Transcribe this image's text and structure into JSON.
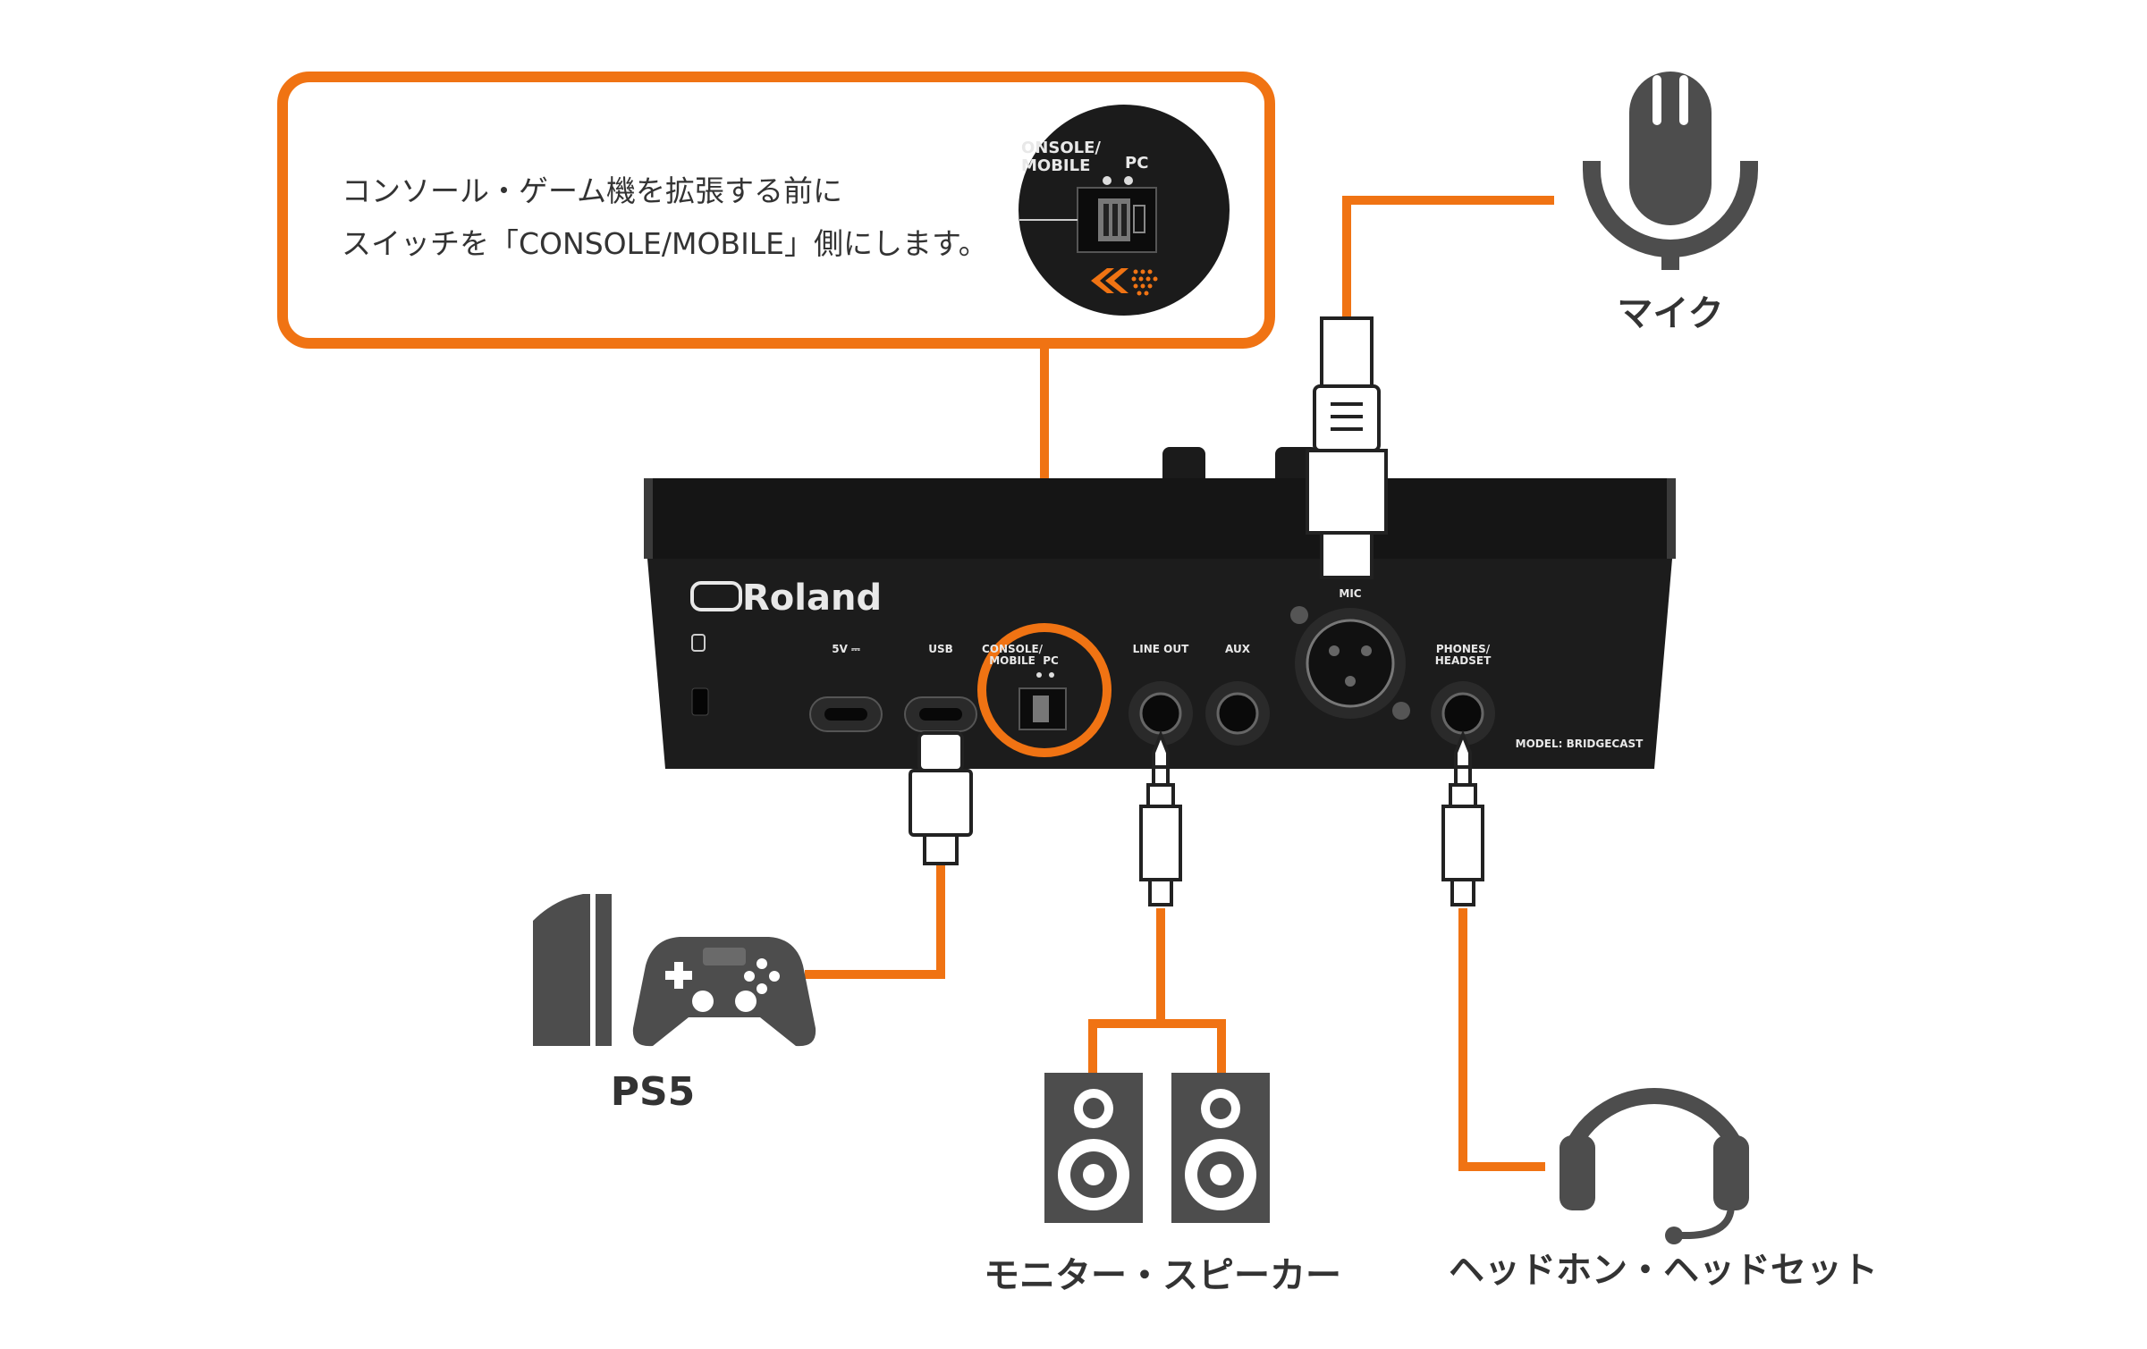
{
  "note": {
    "line1": "コンソール・ゲーム機を拡張する前に",
    "line2": "スイッチを「CONSOLE/MOBILE」側にします。",
    "zoom_label_left": "ONSOLE/\nMOBILE",
    "zoom_label_right": "PC"
  },
  "device": {
    "brand": "Roland",
    "model": "MODEL: BRIDGECAST",
    "ports": {
      "power": "5V ⎓",
      "usb": "USB",
      "switch_left": "CONSOLE/\nMOBILE",
      "switch_right": "PC",
      "line_out": "LINE OUT",
      "aux": "AUX",
      "mic": "MIC",
      "phones": "PHONES/\nHEADSET"
    }
  },
  "labels": {
    "mic": "マイク",
    "ps5": "PS5",
    "speakers": "モニター・スピーカー",
    "headset": "ヘッドホン・ヘッドセット"
  },
  "colors": {
    "accent": "#f07313",
    "icon": "#4d4d4d",
    "device": "#1b1b1b",
    "text": "#333333"
  },
  "icons": [
    "microphone-icon",
    "ps5-console-icon",
    "gamepad-icon",
    "speaker-icon",
    "headset-icon"
  ]
}
